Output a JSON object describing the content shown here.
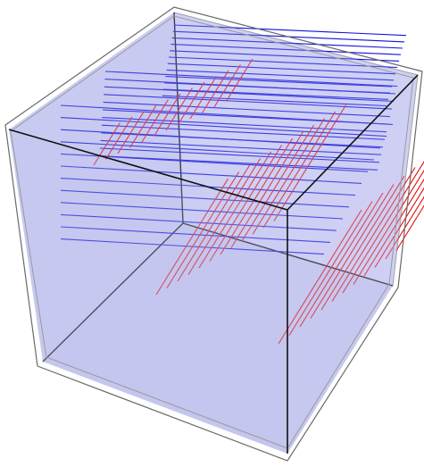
{
  "figure": {
    "type": "3d-cube-grid-wireframe",
    "colors": {
      "background": "#ffffff",
      "cube_face_fill": "#c9cbf2",
      "cube_face_fill_front": "#c3c6ef",
      "cube_face_fill_top": "#d4d6f6",
      "frame_outer": "#555555",
      "frame_inner": "#bbbbbb",
      "edge_dark": "#111111",
      "edge_light": "#8a8a8a",
      "blue_lines": "#1010dd",
      "red_lines": "#e01010"
    },
    "line_families": {
      "blue": {
        "description_color": "blue",
        "count_per_layer": 12,
        "layers": 3
      },
      "red": {
        "description_color": "red",
        "count_per_layer": 12,
        "layers": 3
      }
    }
  }
}
